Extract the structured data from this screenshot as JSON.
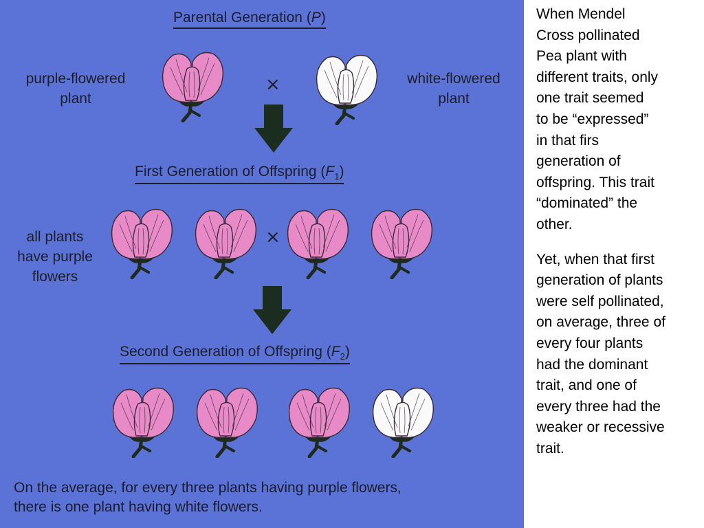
{
  "diagram": {
    "parental": {
      "heading_text": "Parental Generation (",
      "heading_symbol": "P",
      "heading_close": ")",
      "left_label_line1": "purple-flowered",
      "left_label_line2": "plant",
      "right_label_line1": "white-flowered",
      "right_label_line2": "plant",
      "cross_symbol": "×"
    },
    "first_gen": {
      "heading_text": "First Generation of Offspring (",
      "heading_symbol": "F",
      "heading_sub": "1",
      "heading_close": ")",
      "label_line1": "all plants",
      "label_line2": "have purple",
      "label_line3": "flowers",
      "cross_symbol": "×"
    },
    "second_gen": {
      "heading_text": "Second Generation of Offspring (",
      "heading_symbol": "F",
      "heading_sub": "2",
      "heading_close": ")"
    },
    "footnote_line1": "On the average, for every three plants having purple flowers,",
    "footnote_line2": "there is one plant having white flowers.",
    "colors": {
      "background": "#5b73d6",
      "purple_flower": "#e88ac8",
      "white_flower": "#fafafa",
      "stem": "#1f2a1f",
      "arrow": "#1b2d1f"
    }
  },
  "text": {
    "paragraph1": [
      "When Mendel",
      "Cross pollinated",
      "Pea plant with",
      "different traits, only",
      "one trait seemed",
      "to be “expressed”",
      "in that firs",
      "generation of",
      "offspring.  This trait",
      "“dominated” the",
      "other."
    ],
    "paragraph2": [
      "Yet, when that first",
      "generation of plants",
      "were self pollinated,",
      "on average, three of",
      "every four plants",
      "had the dominant",
      "trait, and one of",
      "every three had the",
      "weaker or recessive",
      "trait."
    ]
  }
}
